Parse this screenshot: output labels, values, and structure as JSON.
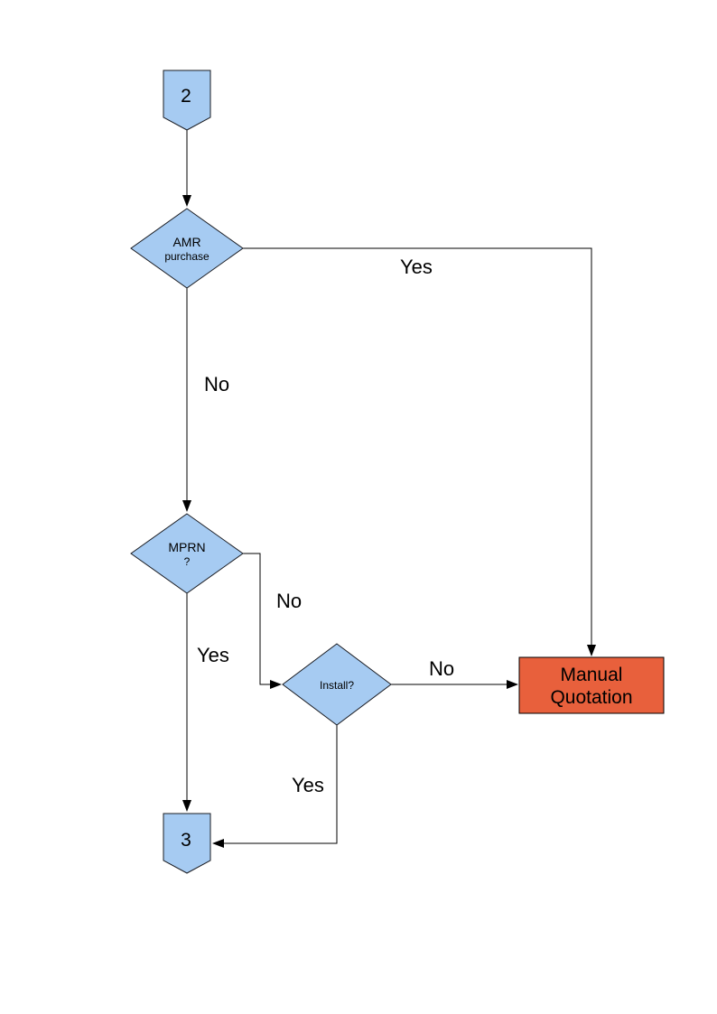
{
  "diagram": {
    "type": "flowchart",
    "colors": {
      "background": "#ffffff",
      "node_fill": "#a6cbf2",
      "node_stroke": "#1a1c22",
      "terminal_fill": "#e8603c",
      "terminal_stroke": "#000000",
      "edge": "#000000",
      "text": "#000000"
    },
    "nodes": {
      "connector_in": {
        "shape": "off-page-connector",
        "label": "2"
      },
      "amr_purchase": {
        "shape": "decision",
        "line1": "AMR",
        "line2": "purchase"
      },
      "mprn": {
        "shape": "decision",
        "line1": "MPRN",
        "line2": "?"
      },
      "install": {
        "shape": "decision",
        "label": "Install?"
      },
      "manual_quotation": {
        "shape": "terminal",
        "line1": "Manual",
        "line2": "Quotation"
      },
      "connector_out": {
        "shape": "off-page-connector",
        "label": "3"
      }
    },
    "edges": {
      "amr_yes": {
        "from": "amr_purchase",
        "to": "manual_quotation",
        "label": "Yes"
      },
      "amr_no": {
        "from": "amr_purchase",
        "to": "mprn",
        "label": "No"
      },
      "mprn_no": {
        "from": "mprn",
        "to": "install",
        "label": "No"
      },
      "mprn_yes": {
        "from": "mprn",
        "to": "connector_out",
        "label": "Yes"
      },
      "install_no": {
        "from": "install",
        "to": "manual_quotation",
        "label": "No"
      },
      "install_yes": {
        "from": "install",
        "to": "connector_out",
        "label": "Yes"
      }
    }
  }
}
